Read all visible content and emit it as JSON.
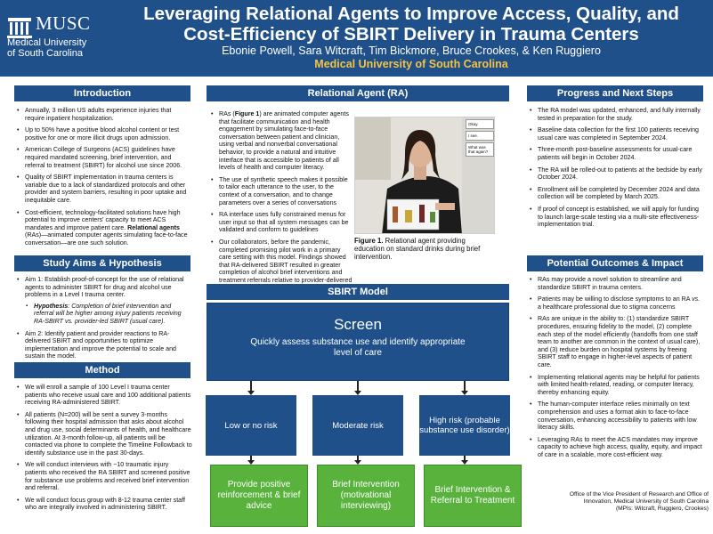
{
  "header": {
    "logo_word": "MUSC",
    "logo_sub_line1": "Medical University",
    "logo_sub_line2": "of South Carolina",
    "title_line1": "Leveraging Relational Agents to Improve Access, Quality, and",
    "title_line2": "Cost-Efficiency of SBIRT Delivery in Trauma Centers",
    "authors": "Ebonie Powell, Sara Witcraft, Tim Bickmore, Bruce Crookes, & Ken Ruggiero",
    "institution": "Medical University of South Carolina"
  },
  "colors": {
    "primary": "#20508a",
    "green": "#58b23c",
    "gold": "#f5c342"
  },
  "introduction": {
    "heading": "Introduction",
    "items": [
      "Annually, 3 million US adults experience injuries that require inpatient hospitalization.",
      "Up to 50% have a positive blood alcohol content or test positive for one or more illicit drugs upon admission.",
      "American College of Surgeons (ACS) guidelines have required mandated screening, brief intervention, and referral to treatment (SBIRT) for alcohol use since 2006.",
      "Quality of SBIRT implementation in trauma centers is variable due to a lack of standardized protocols and other provider and system barriers, resulting in poor uptake and inequitable care.",
      "Cost-efficient, technology-facilitated solutions have high potential to improve centers' capacity to meet ACS mandates and improve patient care."
    ],
    "ra_bold": "Relational agents",
    "ra_rest": " (RAs)—animated computer agents simulating face-to-face conversation—are one such solution."
  },
  "aims": {
    "heading": "Study Aims & Hypothesis",
    "aim1": "Aim 1: Establish proof-of-concept for the use of relational agents to administer SBIRT for drug and alcohol use problems in a Level I trauma center.",
    "hyp_label": "Hypothesis",
    "hyp_text": ": Completion of brief intervention and referral will be higher among injury patients receiving RA-SBIRT vs. provider-led SBIRT (usual care).",
    "aim2": "Aim 2: Identify patient and provider reactions to RA-delivered SBIRT and opportunities to optimize implementation and improve the potential to scale and sustain the model."
  },
  "method": {
    "heading": "Method",
    "items": [
      "We will enroll a sample of 100 Level I trauma center patients who receive usual care and 100 additional patients receiving RA-administered SBIRT.",
      "All patients (N=200) will be sent a survey 3-months following their hospital admission that asks about alcohol and drug use, social determinants of health, and healthcare utilization. At 3-month follow-up, all patients will be contacted via phone to complete the Timeline Followback to identify substance use in the past 30-days.",
      "We will conduct interviews with ~10 traumatic injury patients who received the RA SBIRT and screened positive for substance use problems and received brief intervention and referral.",
      "We will conduct focus group with 8-12 trauma center staff who are integrally involved in administering SBIRT."
    ]
  },
  "relational_agent": {
    "heading": "Relational Agent (RA)",
    "item1_pre": "RAs (",
    "item1_fig": "Figure 1",
    "item1_post": ") are animated computer agents that facilitate communication and health engagement by simulating face-to-face conversation between patient and clinician, using verbal and nonverbal conversational behavior, to provide a natural and intuitive interface that is accessible to patients of all levels of health and computer literacy.",
    "items": [
      "The use of synthetic speech makes it possible to tailor each utterance to the user, to the context of a conversation, and to change parameters over a series of conversations",
      "RA interface uses fully constrained menus for user input so that all system messages can be validated and conform to guidelines",
      "Our collaborators, before the pandemic, completed promising pilot work in a primary care setting with this model. Findings showed that RA-delivered SBIRT resulted in greater completion of alcohol brief interventions and treatment referrals relative to provider-delivered SBIRT (usual care)."
    ],
    "figure_menu": [
      "Okay.",
      "I see.",
      "What was that again?"
    ],
    "caption_bold": "Figure 1.",
    "caption_text": " Relational agent providing education on standard drinks during brief intervention."
  },
  "sbirt_model": {
    "heading": "SBIRT Model",
    "screen_title": "Screen",
    "screen_sub": "Quickly assess substance use and identify appropriate level of care",
    "risks": [
      "Low or no risk",
      "Moderate risk",
      "High risk (probable substance use disorder)"
    ],
    "interventions": [
      "Provide positive reinforcement & brief advice",
      "Brief Intervention (motivational interviewing)",
      "Brief Intervention & Referral to Treatment"
    ]
  },
  "progress": {
    "heading": "Progress and Next Steps",
    "items": [
      "The RA model was updated, enhanced, and fully internally tested in preparation for the study.",
      "Baseline data collection for the first 100 patients receiving usual care was completed in September 2024.",
      "Three-month post-baseline assessments for usual-care patients will begin in October 2024.",
      "The RA will be rolled-out to patients at the bedside by early October 2024.",
      "Enrollment will be completed by December 2024 and data collection will be completed by March 2025.",
      "If proof of concept is established, we will apply for funding to launch large-scale testing via a multi-site effectiveness-implementation trial."
    ]
  },
  "outcomes": {
    "heading": "Potential Outcomes & Impact",
    "item1": "RAs may provide a novel solution to streamline and standardize SBIRT in trauma centers.",
    "item2_pre": "Patients may be willing to disclose symptoms to an RA ",
    "item2_vs": "vs.",
    "item2_post": " a healthcare professional due to stigma concerns",
    "items_rest": [
      "RAs are unique in the ability to: (1) standardize SBIRT procedures, ensuring fidelity to the model, (2) complete each step of the model efficiently (handoffs from one staff team to another are common in the context of usual care), and (3) reduce burden on hospital systems by freeing SBIRT staff to engage in higher-level aspects of patient care.",
      "Implementing relational agents may be helpful for patients with limited health-related, reading, or computer literacy, thereby enhancing equity.",
      "The human-computer interface relies minimally on text comprehension and uses a format akin to face-to-face conversation, enhancing accessibility to patients with low literacy skills.",
      "Leveraging RAs to meet the ACS mandates may improve capacity to achieve high access, quality, equity, and impact of care in a scalable, more cost-efficient way."
    ]
  },
  "footer": {
    "line1": "Office of the Vice President of Research and Office of",
    "line2": "Innovation, Medical University of South Carolina",
    "line3": "(MPIs: Witcraft, Ruggiero, Crookes)"
  }
}
